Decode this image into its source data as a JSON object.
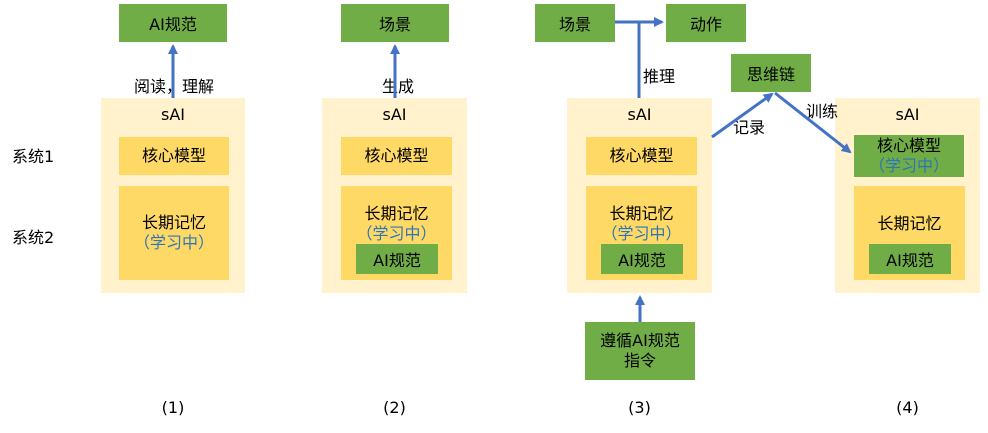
{
  "side_labels": {
    "system1": "系统1",
    "system2": "系统2"
  },
  "panel1": {
    "title": "sAI",
    "core": "核心模型",
    "memory": "长期记忆",
    "learning": "（学习中）",
    "top_box": "AI规范",
    "arrow_label": "阅读，理解",
    "caption": "(1)"
  },
  "panel2": {
    "title": "sAI",
    "core": "核心模型",
    "memory": "长期记忆",
    "learning": "（学习中）",
    "norm_box": "AI规范",
    "top_box": "场景",
    "arrow_label": "生成",
    "caption": "(2)"
  },
  "panel3": {
    "title": "sAI",
    "core": "核心模型",
    "memory": "长期记忆",
    "learning": "（学习中）",
    "norm_box": "AI规范",
    "scene_box": "场景",
    "action_box": "动作",
    "reason_label": "推理",
    "cot_box": "思维链",
    "record_label": "记录",
    "instruction_line1": "遵循AI规范",
    "instruction_line2": "指令",
    "caption": "(3)"
  },
  "panel4": {
    "title": "sAI",
    "core": "核心模型",
    "learning": "（学习中）",
    "memory": "长期记忆",
    "norm_box": "AI规范",
    "train_label": "训练",
    "caption": "(4)"
  },
  "colors": {
    "panel": "#fff2cc",
    "yellow_box": "#ffd966",
    "green_box": "#70ad47",
    "arrow": "#4472c4",
    "learning_text": "#2e75b6"
  }
}
